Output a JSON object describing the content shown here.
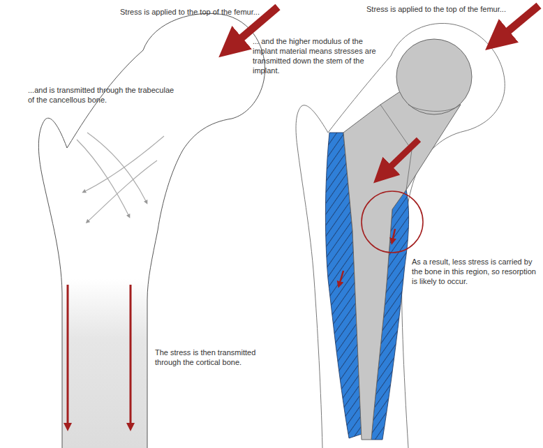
{
  "diagram": {
    "labels": [
      "Stress is applied to the top of the femur...",
      "...and is transmitted through the trabeculae of the cancellous bone.",
      "The stress is then transmitted through the cortical bone.",
      "Stress is applied to the top of the femur...",
      "... and the higher modulus of the implant material means stresses are transmitted down the stem of the implant.",
      "As a result, less stress is carried by the bone in this region, so resorption is likely to occur."
    ]
  }
}
